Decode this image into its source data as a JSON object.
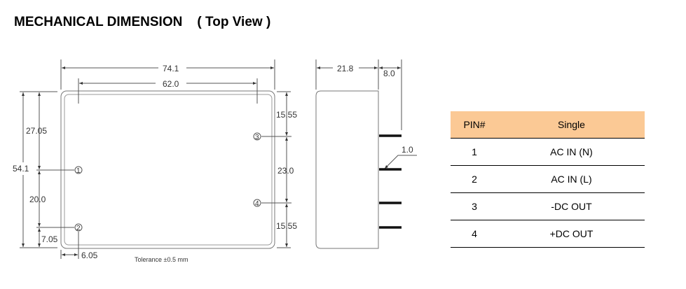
{
  "title": "MECHANICAL DIMENSION    ( Top View )",
  "top_view": {
    "width_overall": "74.1",
    "pin_spacing_x": "62.0",
    "height_overall": "54.1",
    "pin1_from_top": "27.05",
    "pin1_to_pin2": "20.0",
    "pin2_from_bottom": "7.05",
    "pin_from_left": "6.05",
    "pin3_from_top": "15.55",
    "pin3_to_pin4": "23.0",
    "pin4_from_bottom": "15.55",
    "pins": [
      "1",
      "2",
      "3",
      "4"
    ],
    "tolerance": "Tolerance ±0.5 mm"
  },
  "side_view": {
    "body_height": "21.8",
    "pin_length": "8.0",
    "pin_diameter": "1.0"
  },
  "pin_table": {
    "headers": [
      "PIN#",
      "Single"
    ],
    "rows": [
      {
        "pin": "1",
        "function": "AC IN (N)"
      },
      {
        "pin": "2",
        "function": "AC IN (L)"
      },
      {
        "pin": "3",
        "function": "-DC OUT"
      },
      {
        "pin": "4",
        "function": "+DC OUT"
      }
    ],
    "header_color": "#fbc995"
  }
}
